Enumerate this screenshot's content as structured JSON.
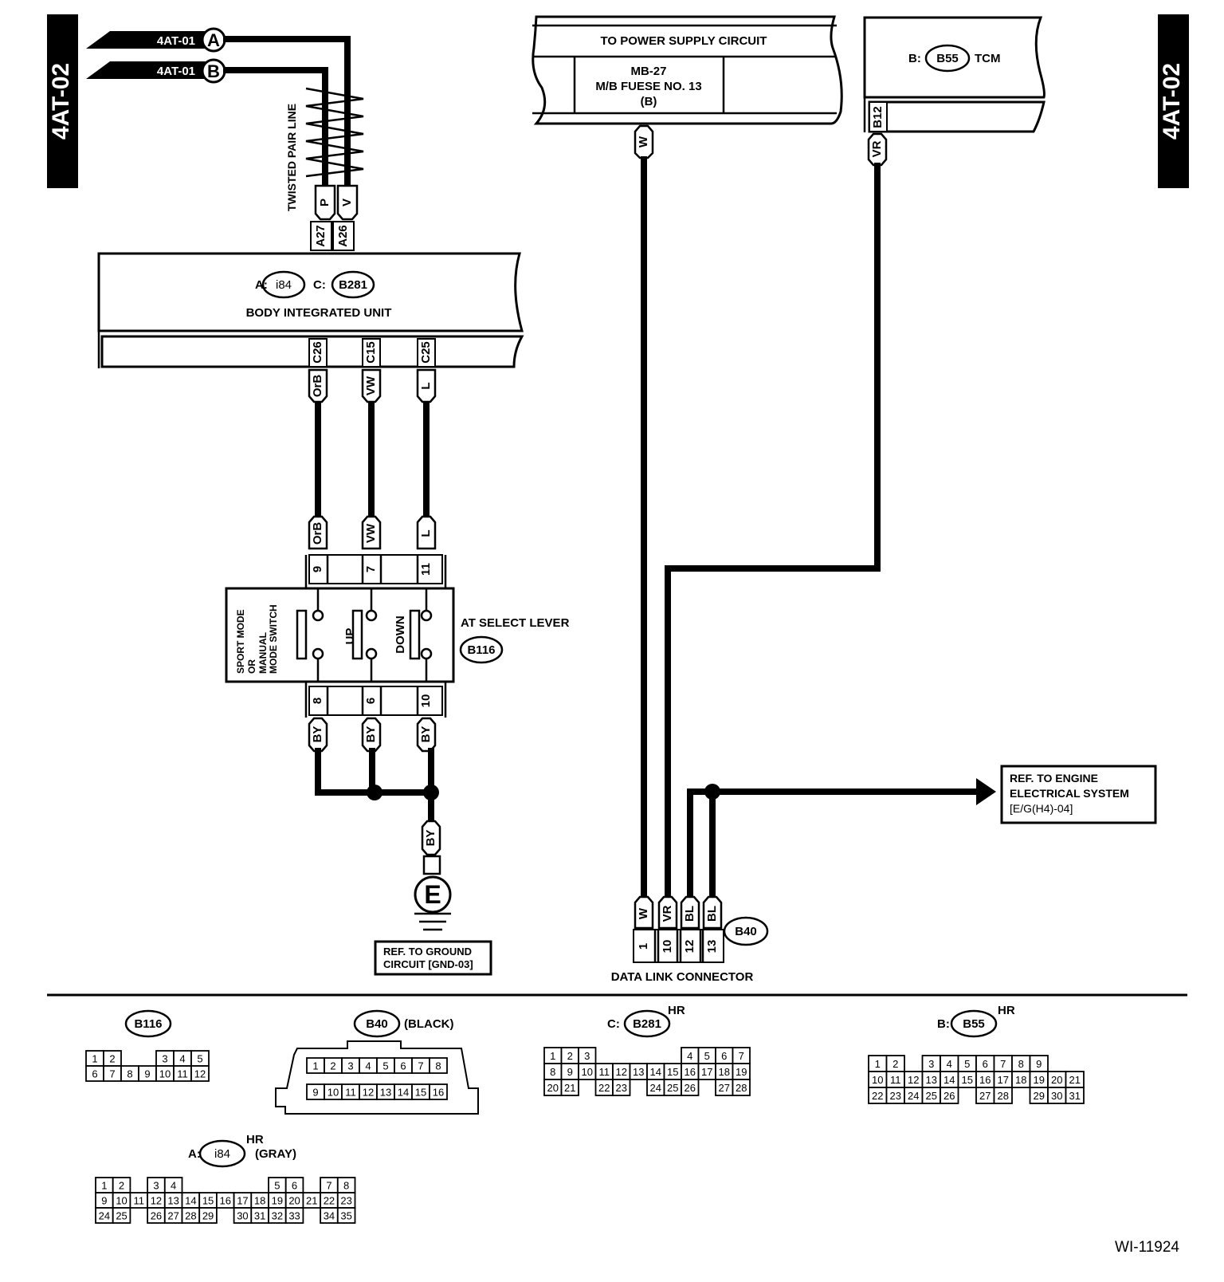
{
  "diagram": {
    "sheet_tag": "4AT-02",
    "figure_id": "WI-11924",
    "page_refs": [
      {
        "label": "4AT-01",
        "marker": "A"
      },
      {
        "label": "4AT-01",
        "marker": "B"
      }
    ],
    "twisted_pair_label": "TWISTED PAIR LINE",
    "power_supply": {
      "title": "TO POWER SUPPLY CIRCUIT",
      "line1": "MB-27",
      "line2": "M/B FUESE NO. 13",
      "line3": "(B)",
      "wire": "W"
    },
    "tcm": {
      "prefix": "B:",
      "connector": "B55",
      "name": "TCM",
      "pin": "B12",
      "wire": "VR"
    },
    "body_integrated_unit": {
      "name": "BODY INTEGRATED UNIT",
      "conn_a_prefix": "A:",
      "conn_a": "i84",
      "conn_c_prefix": "C:",
      "conn_c": "B281",
      "top_pins": [
        {
          "pin": "A27",
          "wire": "P"
        },
        {
          "pin": "A26",
          "wire": "V"
        }
      ],
      "bottom_pins": [
        {
          "pin": "C26",
          "wire": "OrB"
        },
        {
          "pin": "C15",
          "wire": "VW"
        },
        {
          "pin": "C25",
          "wire": "L"
        }
      ]
    },
    "select_lever": {
      "title": "AT SELECT LEVER",
      "connector": "B116",
      "switch_label": [
        "SPORT MODE",
        "OR",
        "MANUAL",
        "MODE SWITCH"
      ],
      "up_label": "UP",
      "down_label": "DOWN",
      "top_pins": [
        {
          "pin": "9",
          "wire": "OrB"
        },
        {
          "pin": "7",
          "wire": "VW"
        },
        {
          "pin": "11",
          "wire": "L"
        }
      ],
      "bottom_pins": [
        {
          "pin": "8",
          "wire": "BY"
        },
        {
          "pin": "6",
          "wire": "BY"
        },
        {
          "pin": "10",
          "wire": "BY"
        }
      ]
    },
    "ground": {
      "wire": "BY",
      "symbol": "E",
      "ref_line1": "REF. TO GROUND",
      "ref_line2": "CIRCUIT  [GND-03]"
    },
    "data_link": {
      "name": "DATA LINK CONNECTOR",
      "connector": "B40",
      "pins": [
        {
          "pin": "1",
          "wire": "W"
        },
        {
          "pin": "10",
          "wire": "VR"
        },
        {
          "pin": "12",
          "wire": "BL"
        },
        {
          "pin": "13",
          "wire": "BL"
        }
      ]
    },
    "engine_ref": {
      "line1": "REF. TO ENGINE",
      "line2": "ELECTRICAL SYSTEM",
      "line3": "[E/G(H4)-04]"
    }
  },
  "connector_views": {
    "b116": {
      "id": "B116",
      "row1": [
        "1",
        "2",
        "",
        "",
        "3",
        "4",
        "5"
      ],
      "row2": [
        "6",
        "7",
        "8",
        "9",
        "10",
        "11",
        "12"
      ]
    },
    "b40": {
      "id": "B40",
      "note": "(BLACK)",
      "row1": [
        "1",
        "2",
        "3",
        "4",
        "5",
        "6",
        "7",
        "8"
      ],
      "row2": [
        "9",
        "10",
        "11",
        "12",
        "13",
        "14",
        "15",
        "16"
      ]
    },
    "b281": {
      "prefix": "C:",
      "id": "B281",
      "tag": "HR",
      "row1": [
        "1",
        "2",
        "3",
        "",
        "",
        "",
        "",
        "",
        "4",
        "5",
        "6",
        "7"
      ],
      "row2": [
        "8",
        "9",
        "10",
        "11",
        "12",
        "13",
        "14",
        "15",
        "16",
        "17",
        "18",
        "19"
      ],
      "row3": [
        "20",
        "21",
        "",
        "22",
        "23",
        "",
        "24",
        "25",
        "26",
        "",
        "27",
        "28"
      ]
    },
    "b55": {
      "prefix": "B:",
      "id": "B55",
      "tag": "HR",
      "row1": [
        "1",
        "2",
        "",
        "3",
        "4",
        "5",
        "6",
        "7",
        "8",
        "9"
      ],
      "row2": [
        "10",
        "11",
        "12",
        "13",
        "14",
        "15",
        "16",
        "17",
        "18",
        "19",
        "20",
        "21"
      ],
      "row3": [
        "22",
        "23",
        "24",
        "25",
        "26",
        "",
        "27",
        "28",
        "",
        "29",
        "30",
        "31"
      ]
    },
    "i84": {
      "prefix": "A:",
      "id": "i84",
      "tag": "HR",
      "note": "(GRAY)",
      "row1": [
        "1",
        "2",
        "",
        "3",
        "4",
        "",
        "",
        "",
        "",
        "",
        "5",
        "6",
        "",
        "7",
        "8"
      ],
      "row2": [
        "9",
        "10",
        "11",
        "12",
        "13",
        "14",
        "15",
        "16",
        "17",
        "18",
        "19",
        "20",
        "21",
        "22",
        "23"
      ],
      "row3": [
        "24",
        "25",
        "",
        "26",
        "27",
        "28",
        "29",
        "",
        "30",
        "31",
        "32",
        "33",
        "",
        "34",
        "35"
      ]
    }
  }
}
